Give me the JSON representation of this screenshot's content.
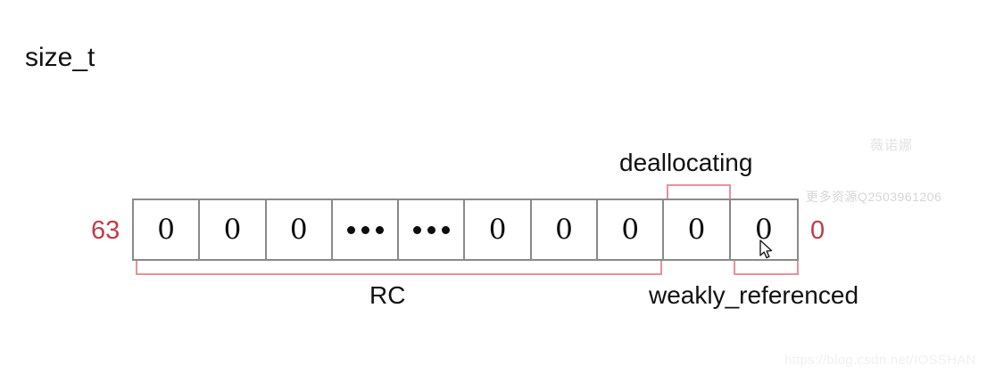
{
  "diagram": {
    "title": "size_t",
    "bit_index_high": "63",
    "bit_index_low": "0",
    "accent_red": "#bf3c4a",
    "bracket_pink": "#e8909b",
    "cell_border": "#8a8a8a",
    "cells": [
      {
        "type": "bit",
        "value": "0"
      },
      {
        "type": "bit",
        "value": "0"
      },
      {
        "type": "bit",
        "value": "0"
      },
      {
        "type": "dots",
        "value": "•••"
      },
      {
        "type": "dots",
        "value": "•••"
      },
      {
        "type": "bit",
        "value": "0"
      },
      {
        "type": "bit",
        "value": "0"
      },
      {
        "type": "bit",
        "value": "0"
      },
      {
        "type": "bit",
        "value": "0"
      },
      {
        "type": "bit",
        "value": "0"
      }
    ],
    "fields": {
      "rc": "RC",
      "deallocating": "deallocating",
      "weakly_referenced": "weakly_referenced"
    }
  },
  "watermarks": {
    "brand": "薇诺娜",
    "qq": "更多资源Q2503961206",
    "url": "https://blog.csdn.net/IOSSHAN"
  }
}
